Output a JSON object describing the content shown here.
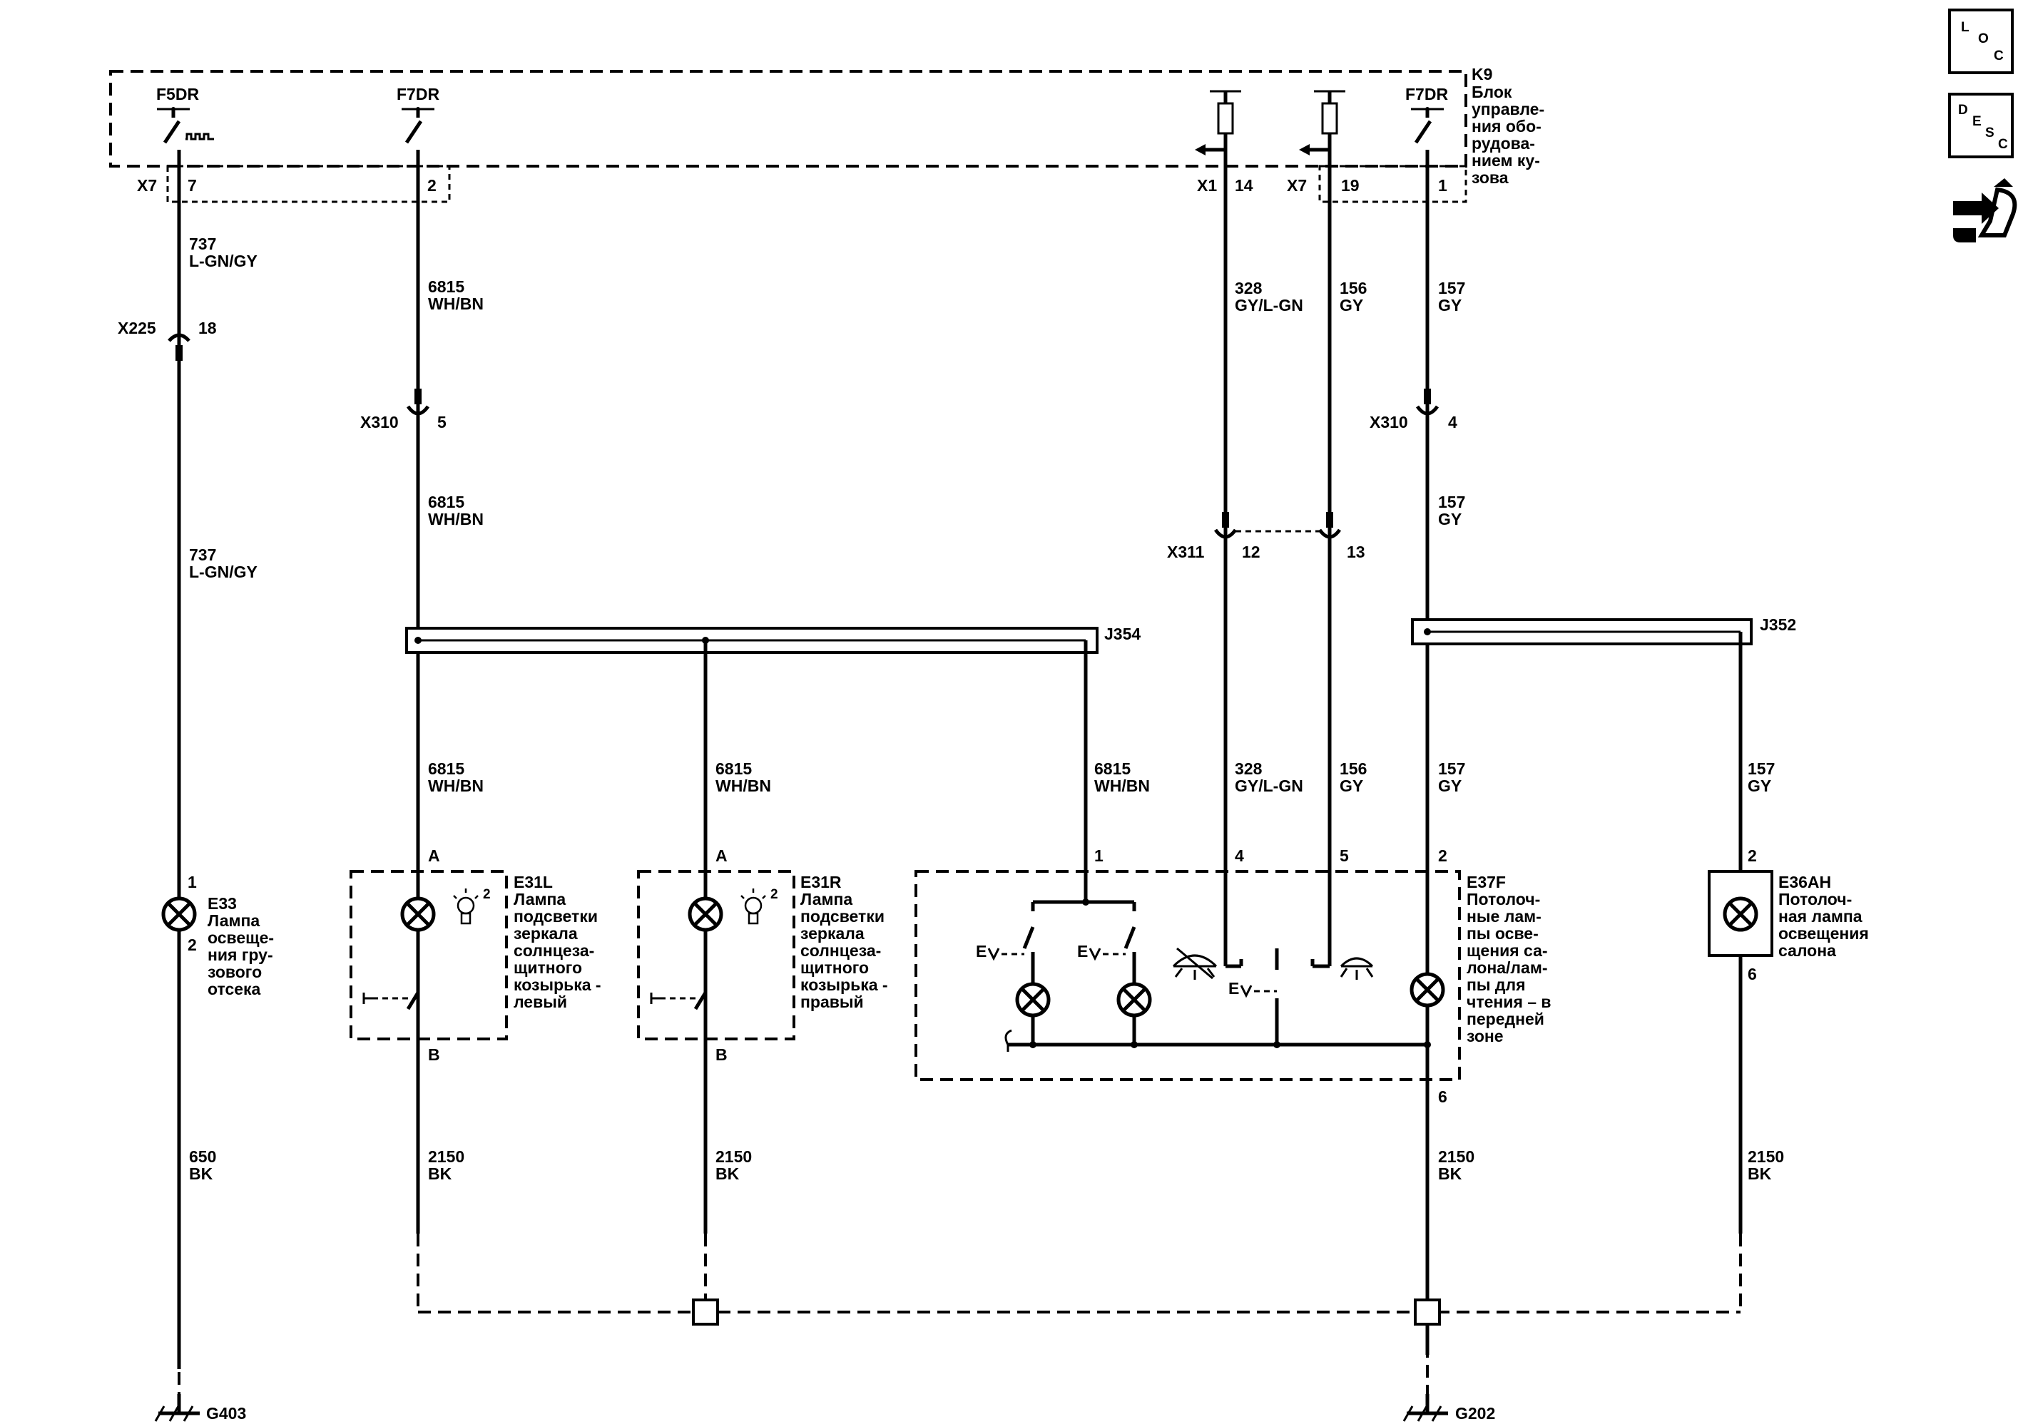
{
  "module": {
    "id": "K9",
    "lines": [
      "Блок",
      "управле-",
      "ния обо-",
      "рудова-",
      "нием ку-",
      "зова"
    ]
  },
  "fuses": {
    "f5": "F5DR",
    "f7a": "F7DR",
    "f7b": "F7DR"
  },
  "connectors": {
    "x7a": "X7",
    "x7a_pin": "7",
    "c2_pin": "2",
    "x1": "X1",
    "x1_pin": "14",
    "x7b": "X7",
    "x7b_pin": "19",
    "c1_pin": "1",
    "x225": "X225",
    "x225_pin": "18",
    "x310a": "X310",
    "x310a_pin": "5",
    "x310b": "X310",
    "x310b_pin": "4",
    "x311": "X311",
    "x311_pin12": "12",
    "x311_pin13": "13"
  },
  "wires": {
    "w737": "737",
    "c737": "L-GN/GY",
    "w6815": "6815",
    "cwhbn": "WH/BN",
    "w328": "328",
    "c328": "GY/L-GN",
    "w156": "156",
    "cgy": "GY",
    "w157": "157",
    "w650": "650",
    "cbk": "BK",
    "w2150": "2150"
  },
  "splices": {
    "j354": "J354",
    "j352": "J352"
  },
  "components": {
    "e33": {
      "id": "E33",
      "lines": [
        "Лампа",
        "освеще-",
        "ния гру-",
        "зового",
        "отсека"
      ],
      "pin1": "1",
      "pin2": "2"
    },
    "e31l": {
      "id": "E31L",
      "lines": [
        "Лампа",
        "подсветки",
        "зеркала",
        "солнцеза-",
        "щитного",
        "козырька -",
        "левый"
      ],
      "pinA": "A",
      "pinB": "B",
      "num": "2"
    },
    "e31r": {
      "id": "E31R",
      "lines": [
        "Лампа",
        "подсветки",
        "зеркала",
        "солнцеза-",
        "щитного",
        "козырька -",
        "правый"
      ],
      "pinA": "A",
      "pinB": "B",
      "num": "2"
    },
    "e37f": {
      "id": "E37F",
      "lines": [
        "Потолоч-",
        "ные лам-",
        "пы осве-",
        "щения са-",
        "лона/лам-",
        "пы для",
        "чтения – в",
        "передней",
        "зоне"
      ],
      "pin1": "1",
      "pin4": "4",
      "pin5": "5",
      "pin2": "2",
      "pin6": "6"
    },
    "e36ah": {
      "id": "E36AH",
      "lines": [
        "Потолоч-",
        "ная лампа",
        "освещения",
        "салона"
      ],
      "pin2": "2",
      "pin6": "6"
    }
  },
  "grounds": {
    "g403": "G403",
    "g202": "G202"
  },
  "side_icons": {
    "loc": {
      "l1": "L",
      "l2": "O",
      "l3": "C"
    },
    "desc": {
      "l1": "D",
      "l2": "E",
      "l3": "S",
      "l4": "C"
    },
    "tool": "connector-tool-icon"
  }
}
